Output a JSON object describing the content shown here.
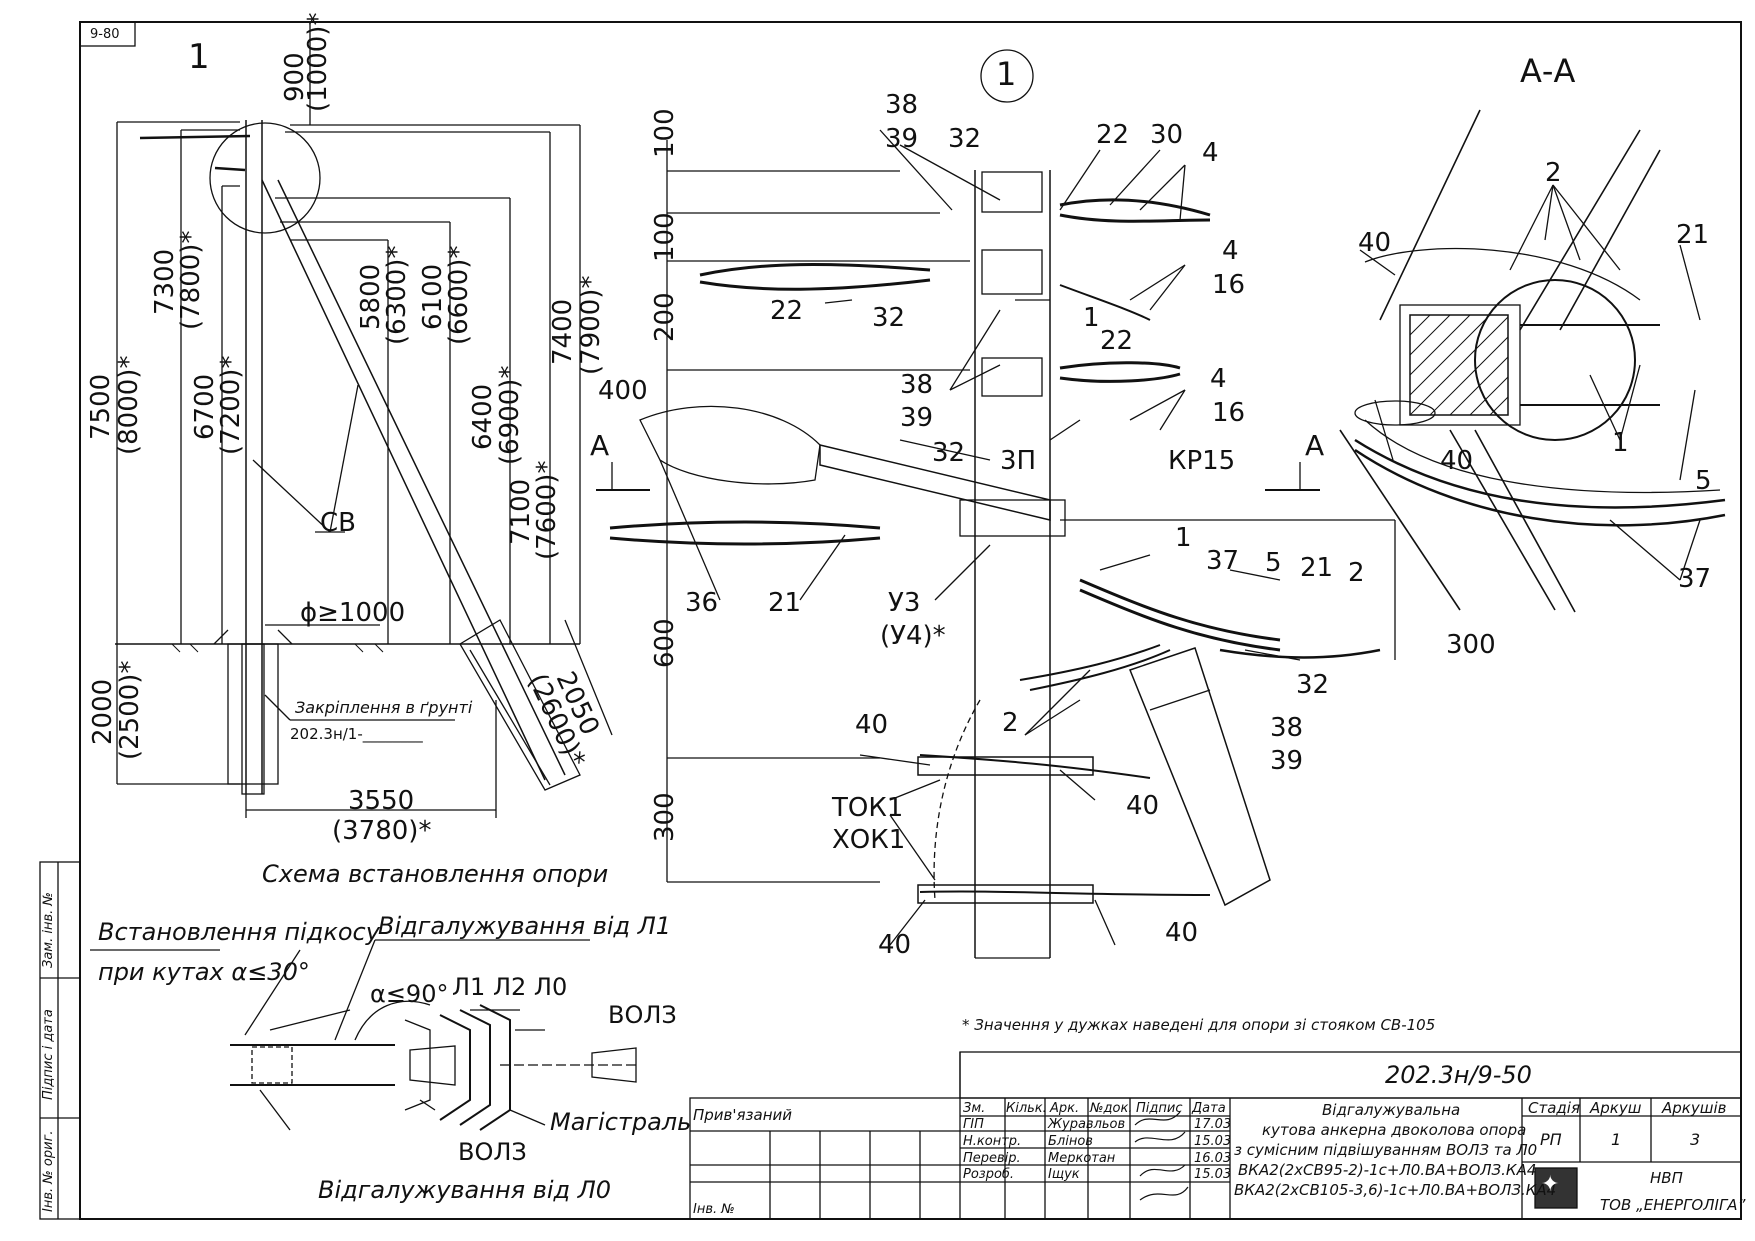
{
  "sheet_tag": "9-80",
  "left_scheme": {
    "detail_ref": "1",
    "top_dim": "900",
    "top_dim_alt": "(1000)*",
    "h1": "7500",
    "h1_alt": "(8000)*",
    "h2": "7300",
    "h2_alt": "(7800)*",
    "h3": "6700",
    "h3_alt": "(7200)*",
    "h4": "5800",
    "h4_alt": "(6300)*",
    "h5": "6100",
    "h5_alt": "(6600)*",
    "h6": "6400",
    "h6_alt": "(6900)*",
    "h7": "7100",
    "h7_alt": "(7600)*",
    "h8": "7400",
    "h8_alt": "(7900)*",
    "pole_label": "СВ",
    "diameter": "ϕ≥1000",
    "depth": "2000",
    "depth_alt": "(2500)*",
    "strut_depth": "2050",
    "strut_depth_alt": "(2600)*",
    "anchor_label": "Закріплення в ґрунті",
    "anchor_ref": "202.3н/1-________",
    "base_dim": "3550",
    "base_dim_alt": "(3780)*",
    "caption": "Схема встановлення опори"
  },
  "detail_view": {
    "title": "1",
    "callouts": [
      "38",
      "39",
      "32",
      "22",
      "30",
      "4",
      "4",
      "16",
      "22",
      "32",
      "1",
      "22",
      "38",
      "39",
      "32",
      "4",
      "16",
      "3П",
      "КР15",
      "400",
      "36",
      "21",
      "У3",
      "(У4)*",
      "1",
      "37",
      "5",
      "21",
      "2",
      "300",
      "32",
      "2",
      "38",
      "39",
      "40",
      "40",
      "ТОК1",
      "ХОК1",
      "40",
      "40"
    ],
    "dims": [
      "100",
      "100",
      "200",
      "600",
      "300"
    ],
    "section_mark": "А"
  },
  "section_view": {
    "title": "А-А",
    "callouts": [
      "2",
      "21",
      "40",
      "1",
      "40",
      "5",
      "37"
    ]
  },
  "lower_left": {
    "strut_note_line1": "Встановлення підкосу",
    "strut_note_line2": "при кутах α≤30°",
    "angle": "α≤90°",
    "branch_l1": "Відгалужування від Л1",
    "lines": "Л1 Л2 Л0",
    "vol3_a": "ВОЛЗ",
    "magistral": "Магістраль",
    "vol3_b": "ВОЛЗ",
    "branch_l0": "Відгалужування від Л0"
  },
  "footnote": "* Значення у дужках наведені для опори зі стояком СВ-105",
  "side_stamp": {
    "col1": "Інв. № ориг.",
    "col2": "Підпис і дата",
    "col3": "Зам. інв. №"
  },
  "title_block": {
    "doc_code": "202.3н/9-50",
    "attached": "Прив'язаний",
    "inv": "Інв. №",
    "headers": [
      "Зм.",
      "Кільк.",
      "Арк.",
      "№док.",
      "Підпис",
      "Дата"
    ],
    "rows": [
      {
        "role": "ГІП",
        "name": "Журавльов",
        "date": "17.03"
      },
      {
        "role": "Н.контр.",
        "name": "Блінов",
        "date": "15.03"
      },
      {
        "role": "Перевір.",
        "name": "Меркотан",
        "date": "16.03"
      },
      {
        "role": "Розроб.",
        "name": "Іщук",
        "date": "15.03"
      }
    ],
    "description": [
      "Відгалужувальна",
      "кутова анкерна двоколова опора",
      "з сумісним підвішуванням ВОЛЗ та Л0",
      "ВКА2(2хСВ95-2)-1с+Л0.ВА+ВОЛЗ.КА4",
      "ВКА2(2хСВ105-3,6)-1с+Л0.ВА+ВОЛЗ.КА4"
    ],
    "stage_h": "Стадія",
    "sheet_h": "Аркуш",
    "sheets_h": "Аркушів",
    "stage": "РП",
    "sheet": "1",
    "sheets": "3",
    "org1": "НВП",
    "org2": "ТОВ „ЕНЕРГОЛІГА”"
  }
}
